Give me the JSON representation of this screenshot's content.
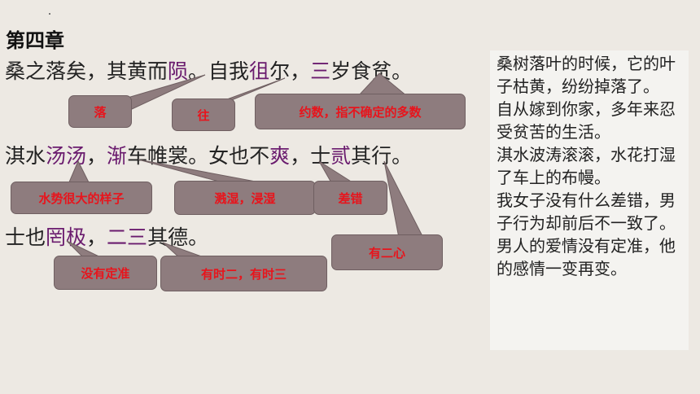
{
  "chapter": {
    "title": "第四章"
  },
  "poem": {
    "line1": [
      {
        "t": "桑之落矣，其黄而",
        "hl": false
      },
      {
        "t": "陨",
        "hl": true
      },
      {
        "t": "。自我",
        "hl": false
      },
      {
        "t": "徂",
        "hl": true
      },
      {
        "t": "尔，",
        "hl": false
      },
      {
        "t": "三",
        "hl": true
      },
      {
        "t": "岁食贫。",
        "hl": false
      }
    ],
    "line2": [
      {
        "t": "淇水",
        "hl": false
      },
      {
        "t": "汤汤",
        "hl": true
      },
      {
        "t": "，",
        "hl": false
      },
      {
        "t": "渐",
        "hl": true
      },
      {
        "t": "车帷裳。女也不",
        "hl": false
      },
      {
        "t": "爽",
        "hl": true
      },
      {
        "t": "，士",
        "hl": false
      },
      {
        "t": "贰",
        "hl": true
      },
      {
        "t": "其行。",
        "hl": false
      }
    ],
    "line3": [
      {
        "t": "士也",
        "hl": false
      },
      {
        "t": "罔极",
        "hl": true
      },
      {
        "t": "，",
        "hl": false
      },
      {
        "t": "二三",
        "hl": true
      },
      {
        "t": "其德。",
        "hl": false
      }
    ]
  },
  "annotations": {
    "luo": "落",
    "wang": "往",
    "yueshu": "约数，指不确定的多数",
    "shuishi": "水势很大的样子",
    "jianshi": "溅湿，浸湿",
    "chacuo": "差错",
    "youerxin": "有二心",
    "meiyou": "没有定准",
    "youshi": "有时二，有时三"
  },
  "translation": {
    "paragraphs": [
      "桑树落叶的时候，它的叶子枯黄，纷纷掉落了。",
      "自从嫁到你家，多年来忍受贫苦的生活。",
      "淇水波涛滚滚，水花打湿了车上的布幔。",
      "我女子没有什么差错，男子行为却前后不一致了。",
      "男人的爱情没有定准，他的感情一变再变。"
    ]
  },
  "colors": {
    "background": "#ede9e3",
    "highlight": "#6a1b6e",
    "bubble_fill": "#8e7c7e",
    "bubble_text": "#e8141c",
    "panel": "#f4f3f0"
  }
}
